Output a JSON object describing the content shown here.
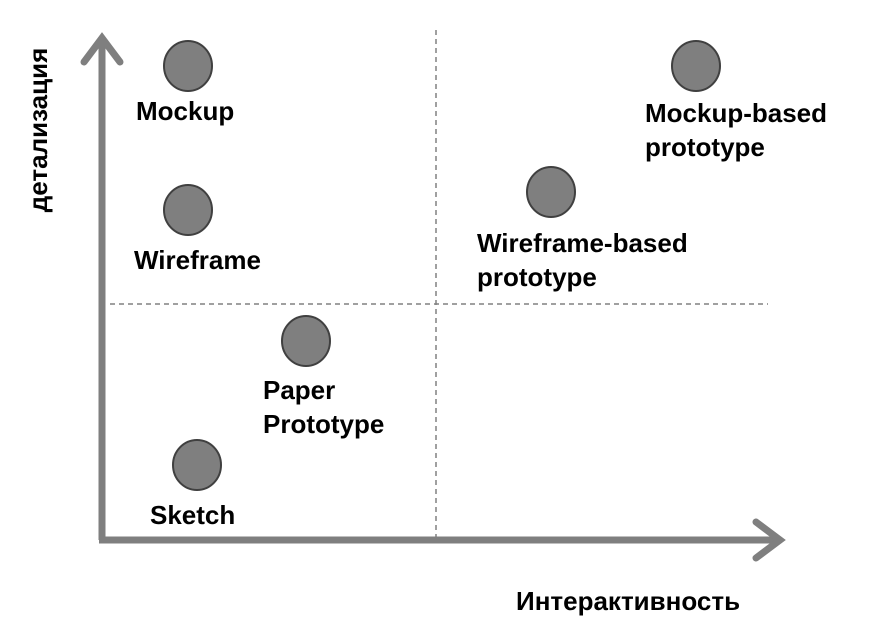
{
  "axes": {
    "y_label": "детализация",
    "x_label": "Интерактивность"
  },
  "items": [
    {
      "id": "mockup",
      "lines": [
        "Mockup"
      ]
    },
    {
      "id": "wireframe",
      "lines": [
        "Wireframe"
      ]
    },
    {
      "id": "paper-prototype",
      "lines": [
        "Paper",
        "Prototype"
      ]
    },
    {
      "id": "sketch",
      "lines": [
        "Sketch"
      ]
    },
    {
      "id": "wireframe-based-prototype",
      "lines": [
        "Wireframe-based",
        "prototype"
      ]
    },
    {
      "id": "mockup-based-prototype",
      "lines": [
        "Mockup-based",
        "prototype"
      ]
    }
  ],
  "colors": {
    "axis": "#7f7f7f",
    "node_fill": "#7f7f7f",
    "node_stroke": "#404040",
    "divider": "#808080",
    "text": "#000000"
  }
}
